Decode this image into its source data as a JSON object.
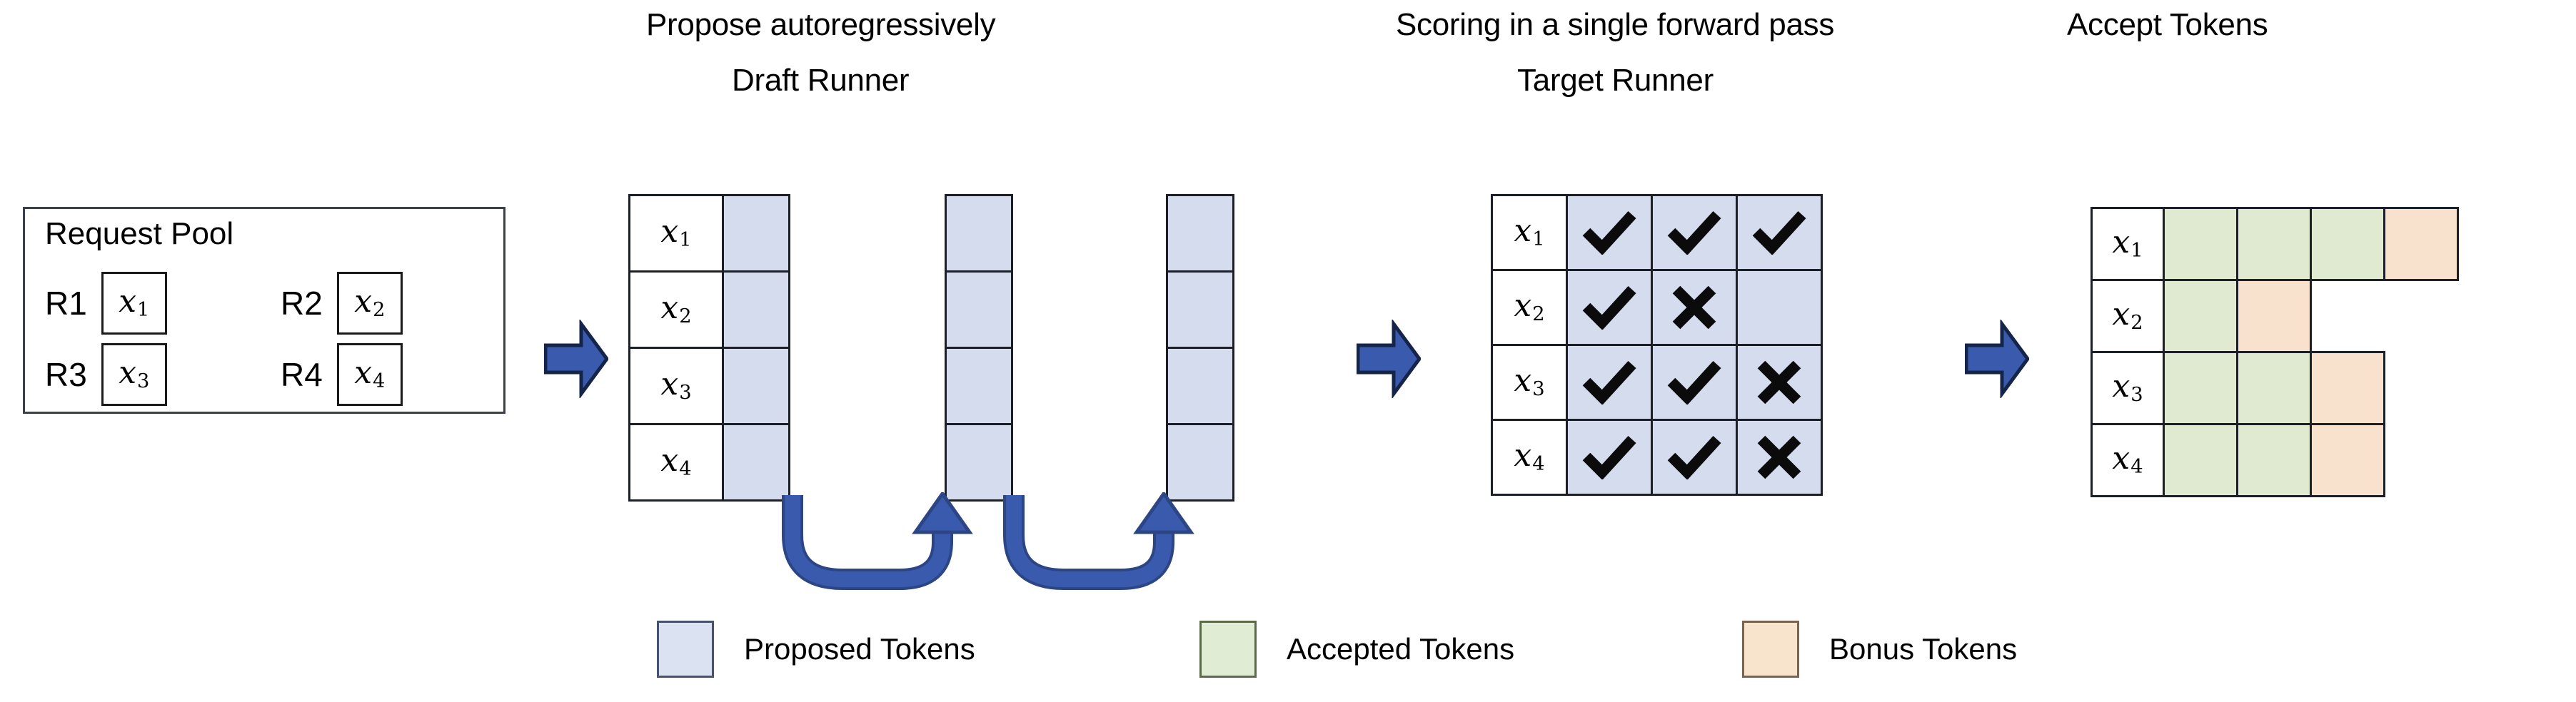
{
  "headings": {
    "propose": "Propose autoregressively",
    "draft_runner": "Draft Runner",
    "scoring": "Scoring in a single forward pass",
    "target_runner": "Target Runner",
    "accept": "Accept Tokens"
  },
  "request_pool": {
    "title": "Request Pool",
    "requests": [
      {
        "label": "R1",
        "token": "x",
        "sub": "1"
      },
      {
        "label": "R2",
        "token": "x",
        "sub": "2"
      },
      {
        "label": "R3",
        "token": "x",
        "sub": "3"
      },
      {
        "label": "R4",
        "token": "x",
        "sub": "4"
      }
    ]
  },
  "row_labels": [
    {
      "token": "x",
      "sub": "1"
    },
    {
      "token": "x",
      "sub": "2"
    },
    {
      "token": "x",
      "sub": "3"
    },
    {
      "token": "x",
      "sub": "4"
    }
  ],
  "draft_runner": {
    "steps": 3,
    "rows": 4,
    "cell_state": "proposed"
  },
  "target_runner": {
    "columns": 3,
    "rows": [
      {
        "label_token": "x",
        "label_sub": "1",
        "marks": [
          "check",
          "check",
          "check"
        ]
      },
      {
        "label_token": "x",
        "label_sub": "2",
        "marks": [
          "check",
          "cross",
          "blank"
        ]
      },
      {
        "label_token": "x",
        "label_sub": "3",
        "marks": [
          "check",
          "check",
          "cross"
        ]
      },
      {
        "label_token": "x",
        "label_sub": "4",
        "marks": [
          "check",
          "check",
          "cross"
        ]
      }
    ]
  },
  "accept_tokens": {
    "rows": [
      {
        "label_token": "x",
        "label_sub": "1",
        "cells": [
          "accepted",
          "accepted",
          "accepted",
          "bonus"
        ]
      },
      {
        "label_token": "x",
        "label_sub": "2",
        "cells": [
          "accepted",
          "bonus",
          "none",
          "none"
        ]
      },
      {
        "label_token": "x",
        "label_sub": "3",
        "cells": [
          "accepted",
          "accepted",
          "bonus",
          "none"
        ]
      },
      {
        "label_token": "x",
        "label_sub": "4",
        "cells": [
          "accepted",
          "accepted",
          "bonus",
          "none"
        ]
      }
    ]
  },
  "legend": [
    {
      "swatch": "proposed-token-swatch",
      "label": "Proposed Tokens",
      "color": "#dbe3f3"
    },
    {
      "swatch": "accepted-token-swatch",
      "label": "Accepted Tokens",
      "color": "#e0ecd3"
    },
    {
      "swatch": "bonus-token-swatch",
      "label": "Bonus Tokens",
      "color": "#f8e4cd"
    }
  ],
  "flow_arrows": [
    {
      "name": "arrow-pool-to-draft"
    },
    {
      "name": "arrow-draft-to-target"
    },
    {
      "name": "arrow-target-to-accept"
    }
  ],
  "loop_arrows": [
    {
      "name": "loop-arrow-step1-to-step2"
    },
    {
      "name": "loop-arrow-step2-to-step3"
    }
  ],
  "colors": {
    "proposed": "#d5dcee",
    "accepted": "#dfead0",
    "bonus": "#f8e2cd",
    "arrow_blue": "#3a5bad",
    "arrow_blue_dark": "#2c4585",
    "border": "#1d1f26"
  }
}
